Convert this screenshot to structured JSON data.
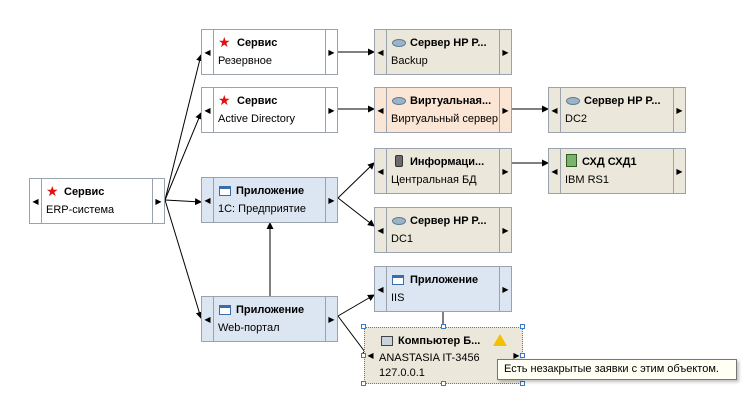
{
  "nodes": {
    "erp": {
      "title": "Сервис",
      "sub": "ERP-система",
      "icon": "star-icon"
    },
    "reserve": {
      "title": "Сервис",
      "sub": "Резервное",
      "icon": "star-icon"
    },
    "ad": {
      "title": "Сервис",
      "sub": "Active Directory",
      "icon": "star-icon"
    },
    "app1c": {
      "title": "Приложение",
      "sub": "1С: Предприятие",
      "icon": "window-icon"
    },
    "web": {
      "title": "Приложение",
      "sub": "Web-портал",
      "icon": "window-icon"
    },
    "hp_backup": {
      "title": "Сервер HP P...",
      "sub": "Backup",
      "icon": "server-icon"
    },
    "virt": {
      "title": "Виртуальная...",
      "sub": "Виртуальный сервер",
      "icon": "server-icon"
    },
    "hp_dc2": {
      "title": "Сервер HP P...",
      "sub": "DC2",
      "icon": "server-icon"
    },
    "info": {
      "title": "Информаци...",
      "sub": "Центральная БД",
      "icon": "database-icon"
    },
    "shd": {
      "title": "СХД СХД1",
      "sub": "IBM RS1",
      "icon": "storage-icon"
    },
    "hp_dc1": {
      "title": "Сервер HP P...",
      "sub": "DC1",
      "icon": "server-icon"
    },
    "iis": {
      "title": "Приложение",
      "sub": "IIS",
      "icon": "window-icon"
    },
    "pc": {
      "title": "Компьютер Б...",
      "sub": "ANASTASIA IT-3456",
      "sub2": "127.0.0.1",
      "icon": "computer-icon"
    }
  },
  "tooltip": "Есть незакрытые заявки с этим объектом.",
  "colors": {
    "service": "#ffffff",
    "application": "#dce6f2",
    "hardware": "#ebe8db",
    "virtual": "#fbe5d5",
    "star": "#e01010",
    "warning": "#f2c200"
  }
}
